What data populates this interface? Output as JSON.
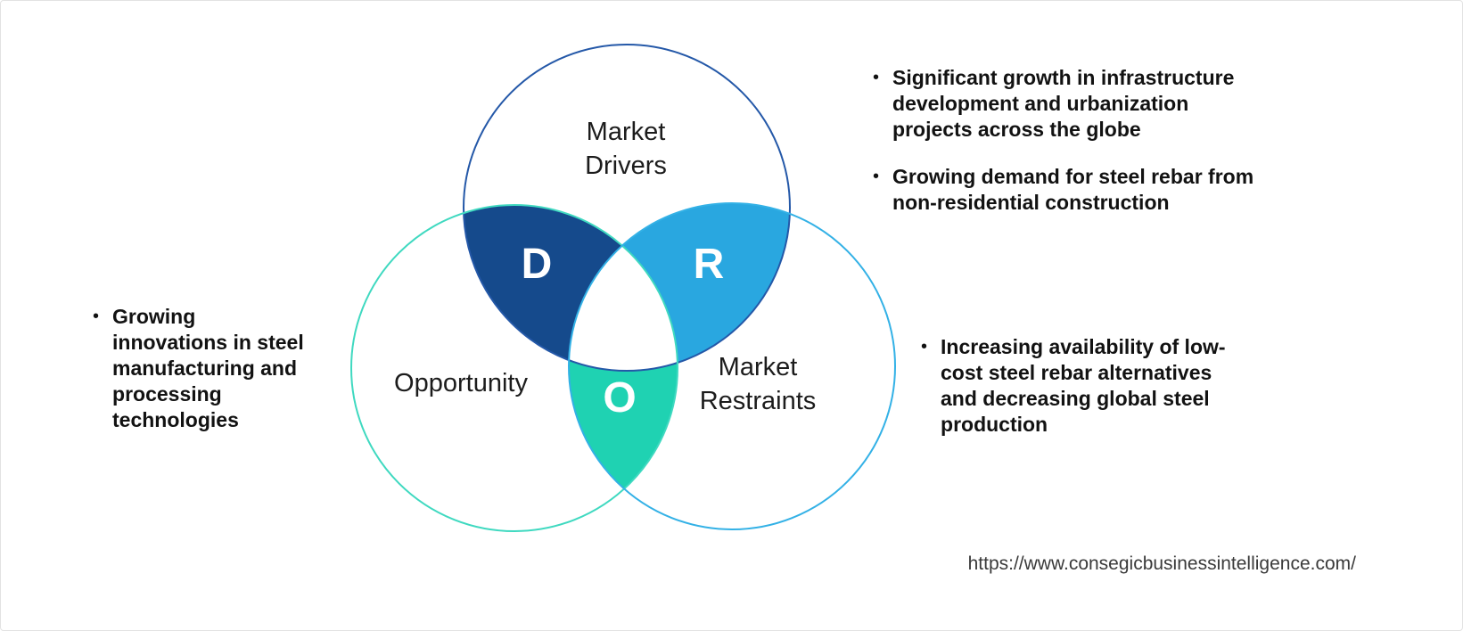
{
  "diagram": {
    "circles": {
      "drivers": {
        "label": "Market Drivers",
        "stroke": "#2458a8"
      },
      "opportunity": {
        "label": "Opportunity",
        "stroke": "#3fd9c0"
      },
      "restraints": {
        "label": "Market Restraints",
        "stroke": "#33b1e6"
      }
    },
    "intersections": {
      "d": {
        "letter": "D",
        "fill": "#154a8c"
      },
      "r": {
        "letter": "R",
        "fill": "#29a7e0"
      },
      "o": {
        "letter": "O",
        "fill": "#1fd2b2"
      }
    }
  },
  "bullets": {
    "drivers": [
      "Significant growth in infrastructure development and urbanization projects across the globe",
      "Growing demand for steel rebar from non-residential construction"
    ],
    "opportunity": [
      "Growing innovations in steel manufacturing and processing technologies"
    ],
    "restraints": [
      "Increasing availability of low-cost steel rebar alternatives and decreasing global steel production"
    ]
  },
  "footer": {
    "url": "https://www.consegicbusinessintelligence.com/"
  }
}
